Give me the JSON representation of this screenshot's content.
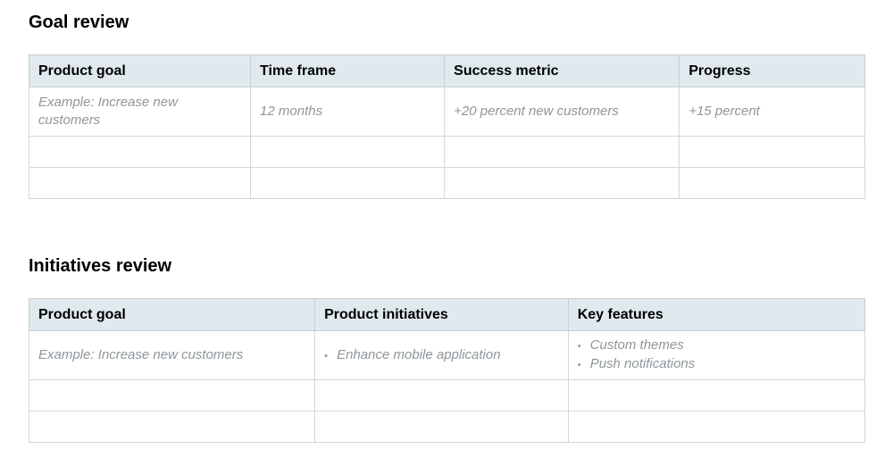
{
  "colors": {
    "page_background": "#ffffff",
    "header_cell_background": "#dfe9ee",
    "table_border": "#ccd1d5",
    "example_text": "#8f969b",
    "heading_text": "#000000"
  },
  "bullet_char": "•",
  "goal_review": {
    "heading": "Goal review",
    "columns": [
      "Product goal",
      "Time frame",
      "Success metric",
      "Progress"
    ],
    "example_row": {
      "product_goal": "Example: Increase new customers",
      "time_frame": "12 months",
      "success_metric": "+20 percent new customers",
      "progress": "+15 percent"
    },
    "empty_rows": 2
  },
  "initiatives_review": {
    "heading": "Initiatives review",
    "columns": [
      "Product goal",
      "Product initiatives",
      "Key features"
    ],
    "example_row": {
      "product_goal": "Example: Increase new customers",
      "product_initiatives": [
        "Enhance mobile application"
      ],
      "key_features": [
        "Custom themes",
        "Push notifications"
      ]
    },
    "empty_rows": 2
  }
}
